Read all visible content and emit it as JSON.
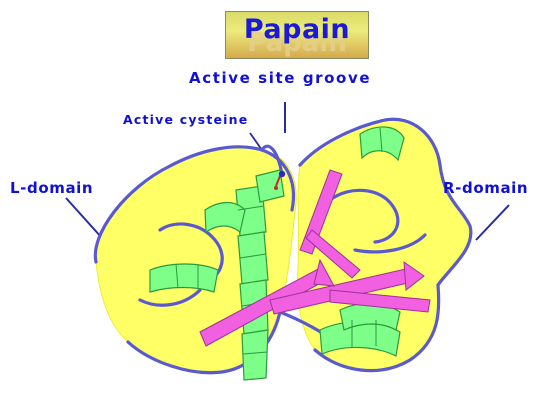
{
  "title": "Papain",
  "labels": {
    "active_site_groove": "Active site groove",
    "active_cysteine": "Active cysteine",
    "l_domain": "L-domain",
    "r_domain": "R-domain"
  },
  "colors": {
    "title_text": "#1a1ad8",
    "label_text": "#1010d8",
    "surface": "#ffff66",
    "helix": "#7dff8a",
    "sheet": "#f060e0",
    "coil": "#5a5ad0"
  }
}
